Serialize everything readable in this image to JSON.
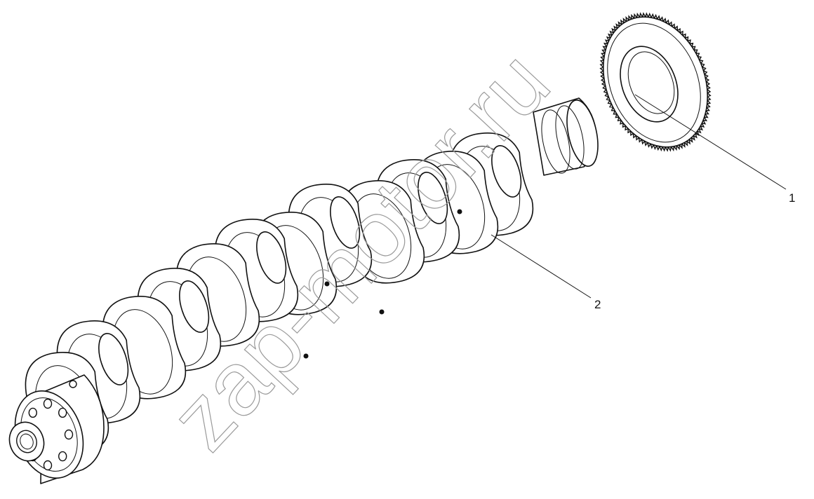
{
  "diagram": {
    "callouts": [
      {
        "id": "1",
        "label": "1"
      },
      {
        "id": "2",
        "label": "2"
      }
    ],
    "watermark": "zap-motor.ru",
    "ink_color": "#111111",
    "watermark_color": "#9a9a9a"
  }
}
